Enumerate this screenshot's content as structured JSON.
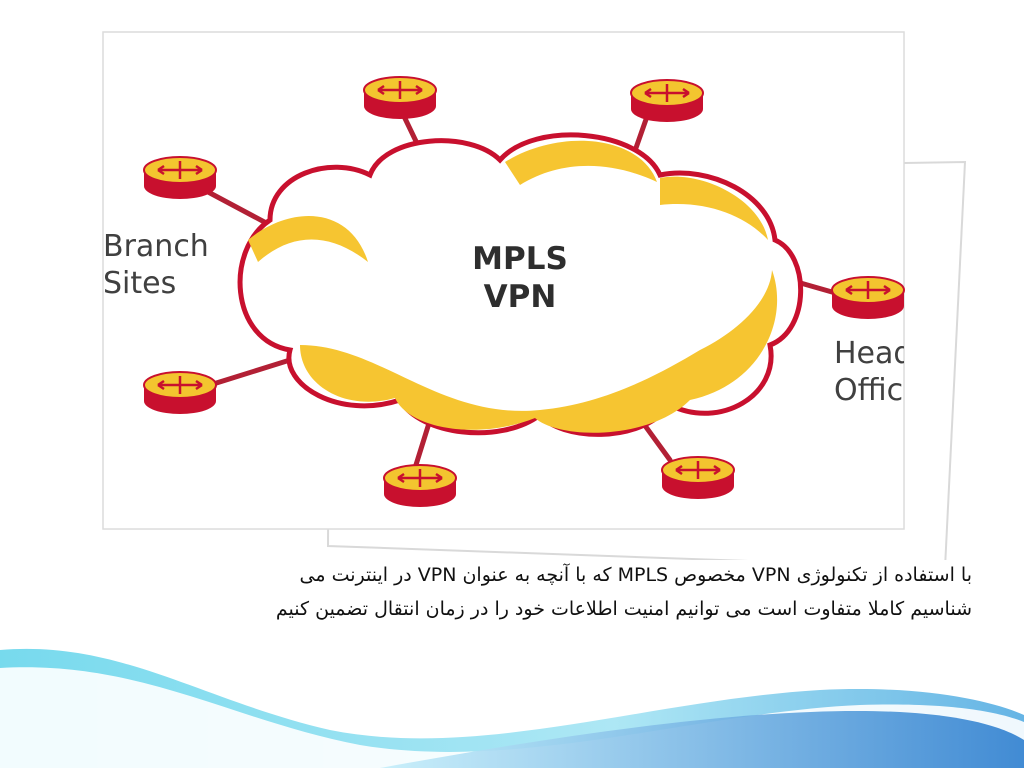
{
  "diagram": {
    "cloud_label": [
      "MPLS",
      "VPN"
    ],
    "branch_label": [
      "Branch",
      "Sites"
    ],
    "head_label": [
      "Head",
      "Office"
    ],
    "colors": {
      "cloud_fill": "#ffffff",
      "cloud_band": "#f6c531",
      "cloud_outline": "#c8102e",
      "router_top": "#f3c52f",
      "router_body": "#c8102e",
      "link": "#b22035"
    },
    "router_icon": "router-icon"
  },
  "text": {
    "line1": "با استفاده از تکنولوژی VPN مخصوص MPLS که با آنچه به عنوان VPN در اینترنت می",
    "line2": "شناسیم کاملا متفاوت است می توانیم امنیت اطلاعات خود را در زمان انتقال تضمین کنیم"
  }
}
